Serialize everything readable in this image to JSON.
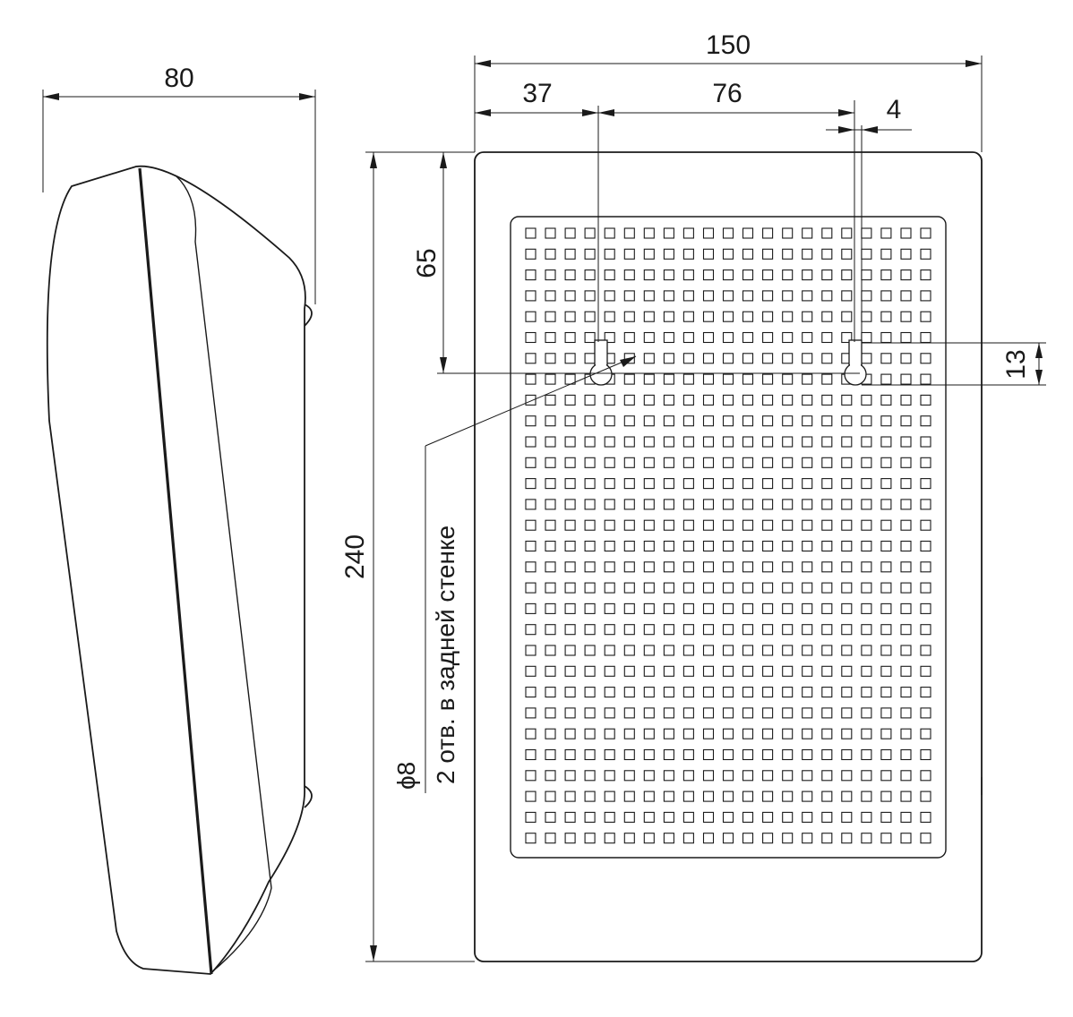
{
  "dimensions": {
    "side_depth": "80",
    "total_width": "150",
    "hole_offset_left": "37",
    "hole_spacing": "76",
    "slot_width": "4",
    "total_height": "240",
    "hole_from_top": "65",
    "slot_length": "13"
  },
  "note": {
    "diameter": "ϕ8",
    "text": "2 отв. в задней стенке"
  },
  "grille": {
    "rows": 30,
    "columns": 21
  }
}
